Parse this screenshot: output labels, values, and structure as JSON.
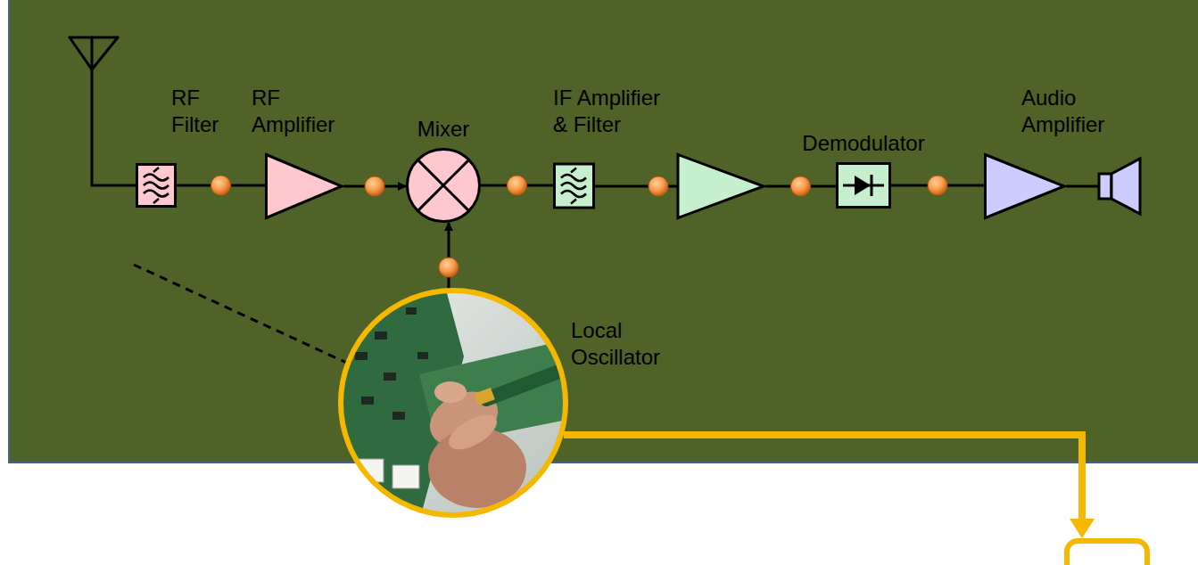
{
  "diagram": {
    "nodes": [
      {
        "text": [
          "RF Filter"
        ]
      },
      {
        "text": [
          "RF Amplifier"
        ]
      },
      {
        "text": [
          "Mixer"
        ]
      },
      {
        "text": [
          "IF Amplifier & Filter"
        ]
      },
      {
        "text": [
          "Demodulator"
        ]
      },
      {
        "text": [
          "Audio Amplifier"
        ]
      },
      {
        "text": [
          "Local Oscillator"
        ]
      }
    ],
    "edges": [
      {
        "from": 0,
        "to": 1,
        "arrow": "none"
      },
      {
        "from": 1,
        "to": 2,
        "arrow": "to"
      },
      {
        "from": 2,
        "to": 3,
        "arrow": "none"
      },
      {
        "from": 3,
        "to": 4,
        "arrow": "none"
      },
      {
        "from": 4,
        "to": 5,
        "arrow": "none"
      },
      {
        "from": 6,
        "to": 2,
        "arrow": "to"
      }
    ]
  }
}
